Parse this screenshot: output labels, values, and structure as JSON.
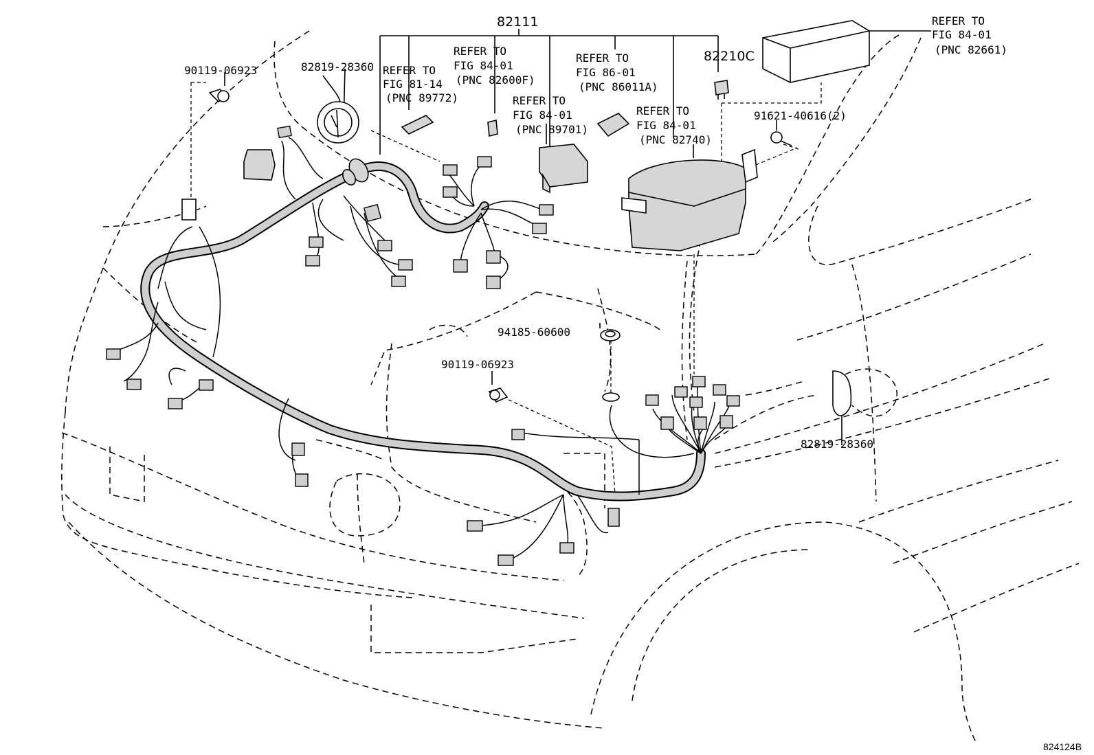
{
  "labels": {
    "main_harness": "82111",
    "relay": "82210C",
    "clip_left": "90119-06923",
    "grommet_top": "82819-28360",
    "ref_81_14": {
      "line1": "REFER TO",
      "line2": "FIG 81-14",
      "line3": "(PNC 89772)"
    },
    "ref_84_01_a": {
      "line1": "REFER TO",
      "line2": "FIG 84-01",
      "line3": "(PNC 82600F)"
    },
    "ref_84_01_b": {
      "line1": "REFER TO",
      "line2": "FIG 84-01",
      "line3": "(PNC 89701)"
    },
    "ref_86_01": {
      "line1": "REFER TO",
      "line2": "FIG 86-01",
      "line3": "(PNC 86011A)"
    },
    "ref_84_01_c": {
      "line1": "REFER TO",
      "line2": "FIG 84-01",
      "line3": "(PNC 82740)"
    },
    "ref_84_01_d": {
      "line1": "REFER TO",
      "line2": "FIG 84-01",
      "line3": "(PNC 82661)"
    },
    "bolt_right": "91621-40616(2)",
    "nut": "94185-60600",
    "clip_center": "90119-06923",
    "grommet_right": "82819-28360",
    "figure_id": "824124B"
  }
}
